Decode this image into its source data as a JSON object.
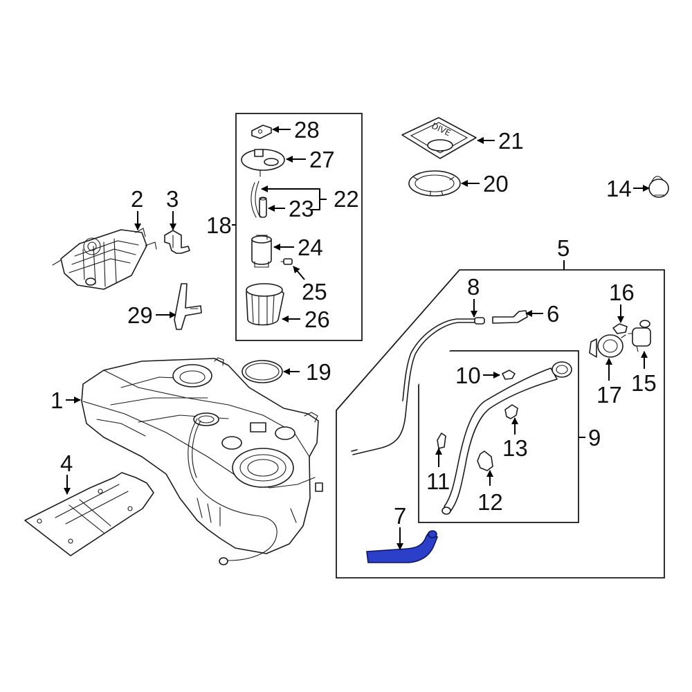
{
  "diagram": {
    "highlight_color": "#2b3fc8",
    "callouts": {
      "c1": "1",
      "c2": "2",
      "c3": "3",
      "c4": "4",
      "c5": "5",
      "c6": "6",
      "c7": "7",
      "c8": "8",
      "c9": "9",
      "c10": "10",
      "c11": "11",
      "c12": "12",
      "c13": "13",
      "c14": "14",
      "c15": "15",
      "c16": "16",
      "c17": "17",
      "c18": "18",
      "c19": "19",
      "c20": "20",
      "c21": "21",
      "c22": "22",
      "c23": "23",
      "c24": "24",
      "c25": "25",
      "c26": "26",
      "c27": "27",
      "c28": "28",
      "c29": "29"
    },
    "stamp_text": "DIVE"
  }
}
